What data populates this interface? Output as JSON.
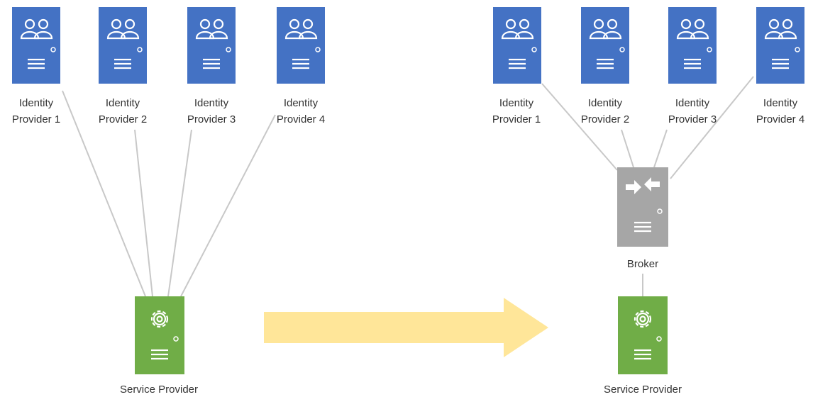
{
  "colors": {
    "identity_provider": "#4472C4",
    "service_provider": "#70AD47",
    "broker": "#A6A6A6",
    "connector": "#C8C8C8",
    "arrow": "#FFE699",
    "icon": "#ffffff",
    "label": "#333333"
  },
  "left": {
    "identity_providers": [
      {
        "line1": "Identity",
        "line2": "Provider 1",
        "icon": "users-icon"
      },
      {
        "line1": "Identity",
        "line2": "Provider 2",
        "icon": "users-icon"
      },
      {
        "line1": "Identity",
        "line2": "Provider 3",
        "icon": "users-icon"
      },
      {
        "line1": "Identity",
        "line2": "Provider 4",
        "icon": "users-icon"
      }
    ],
    "service_provider": {
      "label": "Service Provider",
      "icon": "gear-icon"
    }
  },
  "right": {
    "identity_providers": [
      {
        "line1": "Identity",
        "line2": "Provider 1",
        "icon": "users-icon"
      },
      {
        "line1": "Identity",
        "line2": "Provider 2",
        "icon": "users-icon"
      },
      {
        "line1": "Identity",
        "line2": "Provider 3",
        "icon": "users-icon"
      },
      {
        "line1": "Identity",
        "line2": "Provider 4",
        "icon": "users-icon"
      }
    ],
    "broker": {
      "label": "Broker",
      "icon": "exchange-arrows-icon"
    },
    "service_provider": {
      "label": "Service Provider",
      "icon": "gear-icon"
    }
  },
  "transition_arrow": {
    "icon": "right-arrow-icon"
  }
}
